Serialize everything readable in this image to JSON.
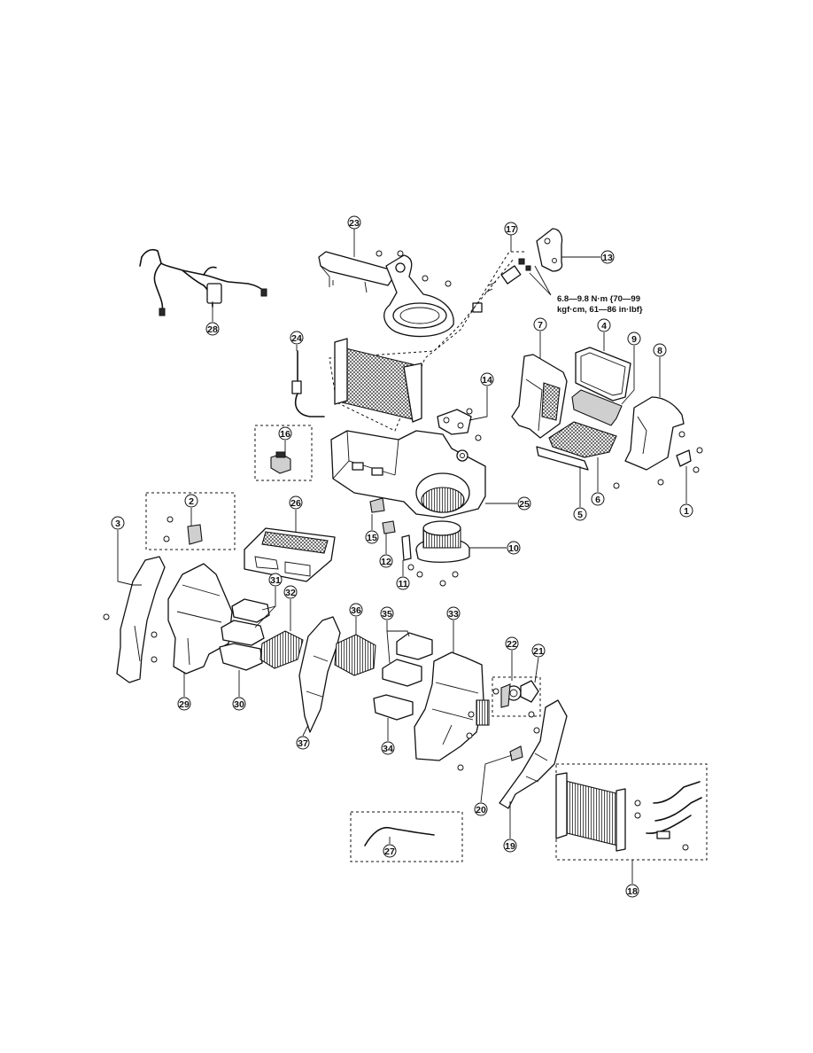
{
  "torque_spec": {
    "line1": "6.8—9.8 N·m {70—99",
    "line2": "kgf·cm, 61—86 in·lbf}"
  },
  "callouts": {
    "c1": "1",
    "c2": "2",
    "c3": "3",
    "c4": "4",
    "c5": "5",
    "c6": "6",
    "c7": "7",
    "c8": "8",
    "c9": "9",
    "c10": "10",
    "c11": "11",
    "c12": "12",
    "c13": "13",
    "c14": "14",
    "c15": "15",
    "c16": "16",
    "c17": "17",
    "c18": "18",
    "c19": "19",
    "c20": "20",
    "c21": "21",
    "c22": "22",
    "c23": "23",
    "c24": "24",
    "c25": "25",
    "c26": "26",
    "c27": "27",
    "c28": "28",
    "c29": "29",
    "c30": "30",
    "c31": "31",
    "c32": "32",
    "c33": "33",
    "c34": "34",
    "c35": "35",
    "c36": "36",
    "c37": "37"
  }
}
